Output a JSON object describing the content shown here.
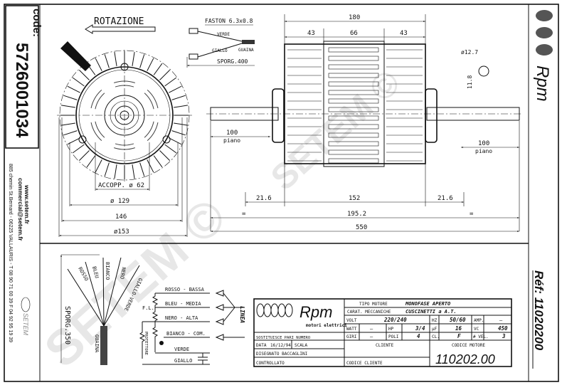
{
  "left_strip": {
    "code_label": "code:",
    "code_value": "5726001034",
    "website": "www.setem.fr",
    "email": "commercial@setem.fr",
    "address": "885 chemin St.Bernard  -  06225 VALLAURIS  -  T 08 90 71 00 39  F 04 92 95 19 39",
    "company_logo": "SETEM"
  },
  "right_strip": {
    "brand": "Rpm",
    "reference": "Réf: 11020200"
  },
  "front_view": {
    "rotation_label": "ROTAZIONE",
    "dim_coupling": "ACCOPP. ø 62",
    "dim_129": "ø 129",
    "dim_146": "146",
    "dim_153": "ø153"
  },
  "faston_detail": {
    "title": "FASTON 6.3x0.8",
    "wire_1": "VERDE",
    "wire_2": "GIALLO",
    "sheath": "GUAINA",
    "length": "SPORG.400"
  },
  "side_view": {
    "dim_180": "180",
    "dim_43_left": "43",
    "dim_66": "66",
    "dim_43_right": "43",
    "dim_12_7": "ø12.7",
    "dim_11_8": "11.8",
    "shaft_left_len": "100",
    "shaft_left_note": "piano",
    "shaft_right_len": "100",
    "shaft_right_note": "piano",
    "dim_21_6_left": "21.6",
    "dim_152": "152",
    "dim_21_6_right": "21.6",
    "equal_left": "=",
    "dim_195_2": "195.2",
    "equal_right": "=",
    "dim_550": "550"
  },
  "wiring": {
    "wires": [
      "ROSSO",
      "BLEU",
      "BIANCO",
      "NERO",
      "GIALLO-VERDE"
    ],
    "sheath": "GUAINA",
    "length": "SPORG.350",
    "fl_label": "F.L.",
    "connections": [
      "ROSSO - BASSA",
      "BLEU - MEDIA",
      "NERO - ALTA",
      "BIANCO - COM.",
      "VERDE",
      "GIALLO"
    ],
    "protector": "PROTETTORE",
    "line": "LINEA"
  },
  "title_block": {
    "brand": "Rpm",
    "brand_sub": "motori elettrici",
    "tipo_motore_label": "TIPO MOTORE",
    "tipo_motore": "MONOFASE APERTO",
    "carat_label": "CARAT. MECCANICHE",
    "carat": "CUSCINETTI a A.T.",
    "volt_label": "VOLT",
    "volt": "220/240",
    "hz_label": "HZ",
    "hz": "50/60",
    "amp_label": "AMP.",
    "amp": "—",
    "watt_label": "WATT",
    "watt": "—",
    "hp_label": "HP",
    "hp": "3/4",
    "uf_label": "µF",
    "uf": "16",
    "vc_label": "VC",
    "vc": "450",
    "giri_label": "GIRI",
    "giri": "—",
    "poli_label": "POLI",
    "poli": "4",
    "cl_label": "CL.",
    "cl": "F",
    "vel_label": "# VEL.",
    "vel": "3",
    "sostituisce": "SOSTITUISCE PARI NUMERO",
    "data_label": "DATA",
    "data": "16/12/94",
    "scala": "SCALA",
    "disegnato": "DISEGNATO  BACCAGLINI",
    "controllato": "CONTROLLATO",
    "cliente": "CLIENTE",
    "codice_cliente": "CODICE CLIENTE",
    "codice_motore_label": "CODICE MOTORE",
    "codice_motore": "110202.00"
  },
  "watermark": "SETEM ©"
}
